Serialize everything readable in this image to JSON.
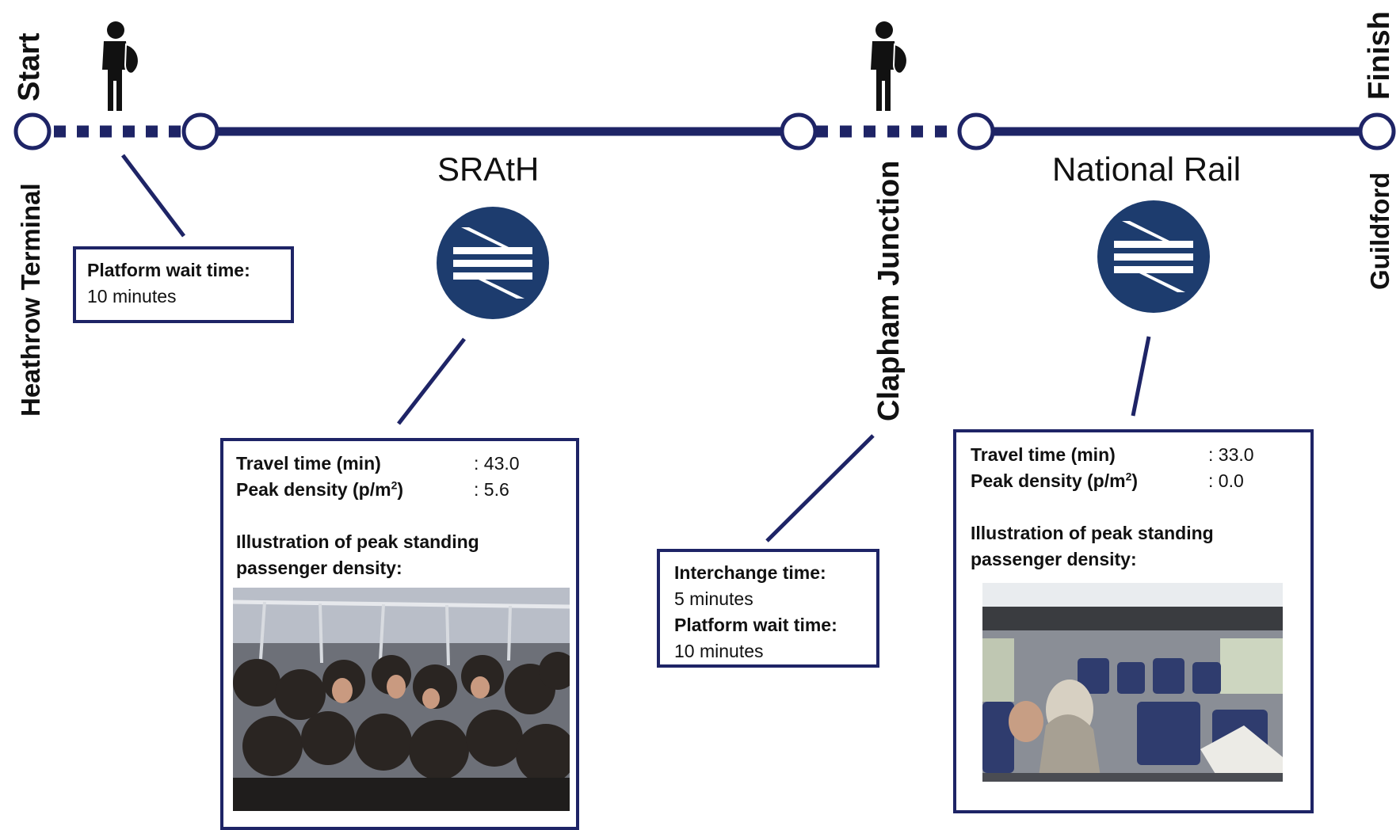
{
  "colors": {
    "line": "#1e2466",
    "accent": "#1d3c6e",
    "text": "#111111"
  },
  "endpoints": {
    "start": {
      "label": "Start",
      "station": "Heathrow Terminal"
    },
    "finish": {
      "label": "Finish",
      "station": "Guildford"
    }
  },
  "interchange": {
    "station": "Clapham Junction"
  },
  "operators": [
    {
      "name": "SRAtH",
      "icon": "national-rail-logo-icon"
    },
    {
      "name": "National Rail",
      "icon": "national-rail-logo-icon"
    }
  ],
  "walk_icons": [
    "walking-passenger-icon",
    "walking-passenger-icon"
  ],
  "boxes": {
    "heathrow": {
      "wait_label": "Platform wait time:",
      "wait_value": "10 minutes"
    },
    "srath": {
      "travel_label": "Travel time (min)",
      "travel_value": ": 43.0",
      "density_label": "Peak density (p/m",
      "density_sup": "2",
      "density_close": ")",
      "density_value": ": 5.6",
      "illus_line1": "Illustration of peak standing",
      "illus_line2": "passenger density:",
      "photo": "crowded-carriage-photo"
    },
    "clapham": {
      "interchange_label": "Interchange time:",
      "interchange_value": "5 minutes",
      "wait_label": "Platform wait time:",
      "wait_value": "10 minutes"
    },
    "national_rail": {
      "travel_label": "Travel time (min)",
      "travel_value": ": 33.0",
      "density_label": "Peak density (p/m",
      "density_sup": "2",
      "density_close": ")",
      "density_value": ": 0.0",
      "illus_line1": "Illustration of peak standing",
      "illus_line2": "passenger density:",
      "photo": "empty-carriage-photo"
    }
  }
}
